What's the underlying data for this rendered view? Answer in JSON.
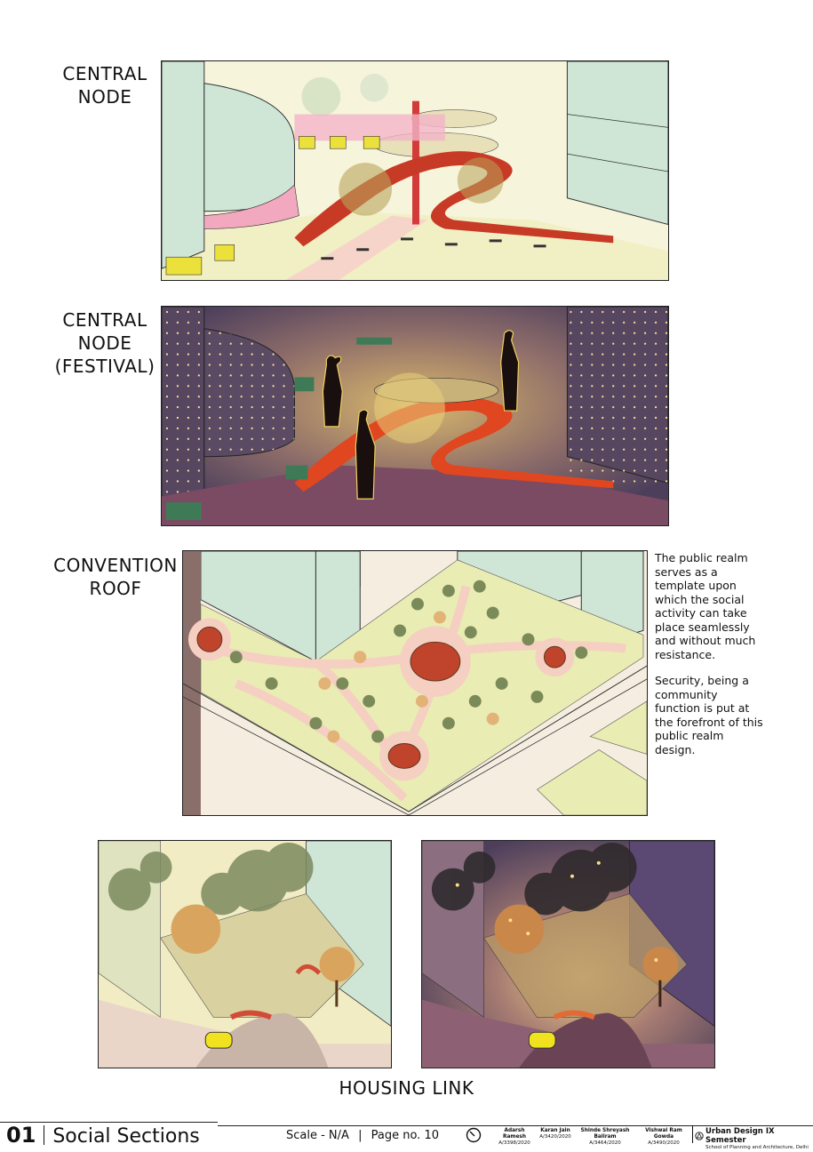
{
  "sections": {
    "central_node": {
      "title_line1": "CENTRAL",
      "title_line2": "NODE"
    },
    "central_node_festival": {
      "title_line1": "CENTRAL",
      "title_line2": "NODE",
      "title_line3": "(FESTIVAL)"
    },
    "convention_roof": {
      "title_line1": "CONVENTION",
      "title_line2": "ROOF",
      "description_1": "The public realm serves as a template upon which the social activity can take place seamlessly and without much resistance.",
      "description_2": "Security, being a community function is put at the forefront of this public realm design."
    },
    "housing_link": {
      "title": "HOUSING LINK"
    }
  },
  "footer": {
    "chapter_number": "01",
    "chapter_title": "Social Sections",
    "scale": "Scale - N/A",
    "separator": "|",
    "page": "Page no. 10",
    "authors": [
      {
        "name": "Adarsh Ramesh",
        "id": "A/3398/2020"
      },
      {
        "name": "Karan Jain",
        "id": "A/3420/2020"
      },
      {
        "name": "Shinde Shreyash Baliram",
        "id": "A/3464/2020"
      },
      {
        "name": "Vishwal Ram Gowda",
        "id": "A/3490/2020"
      }
    ],
    "institution_title": "Urban Design IX Semester",
    "institution_sub": "School of Planning and Architecture, Delhi"
  },
  "icons": {
    "north": "compass-north-icon",
    "logo": "institution-logo-icon"
  },
  "colors": {
    "building_green": "#cfe6d6",
    "ground_cream": "#f3efc4",
    "path_pink": "#f7d2c8",
    "ramp_red": "#c73a25",
    "canopy_yellow": "#e7d83b",
    "night_purple": "#4d3f5c",
    "tree_green": "#7a8a58"
  }
}
